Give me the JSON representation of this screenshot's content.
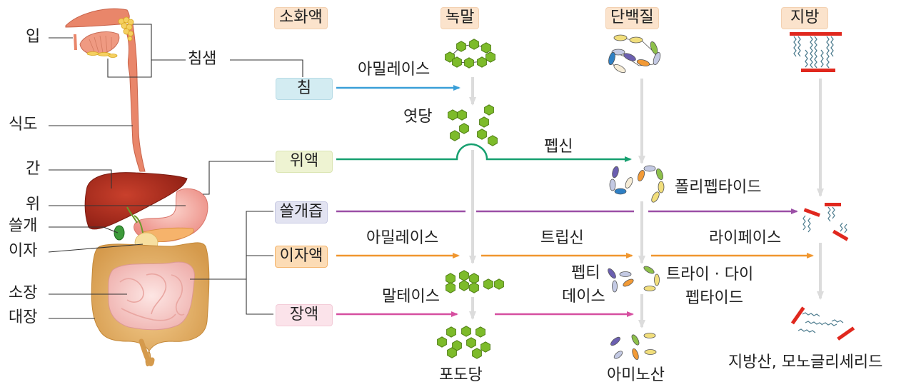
{
  "organs": {
    "mouth": "입",
    "salivary_gland": "침샘",
    "esophagus": "식도",
    "liver": "간",
    "stomach": "위",
    "gallbladder": "쓸개",
    "pancreas": "이자",
    "small_intestine": "소장",
    "large_intestine": "대장"
  },
  "headers": {
    "digestive_juice": "소화액",
    "starch": "녹말",
    "protein": "단백질",
    "fat": "지방"
  },
  "juices": {
    "saliva": "침",
    "gastric": "위액",
    "bile": "쓸개즙",
    "pancreatic": "이자액",
    "intestinal": "장액"
  },
  "enzymes": {
    "salivary_amylase": "아밀레이스",
    "pepsin": "펩신",
    "pancreatic_amylase": "아밀레이스",
    "trypsin": "트립신",
    "lipase": "라이페이스",
    "maltase": "말테이스",
    "peptidase_line1": "펩티",
    "peptidase_line2": "데이스"
  },
  "products": {
    "maltose": "엿당",
    "polypeptide": "폴리펩타이드",
    "tri_di_peptide_line1": "트라이 · 다이",
    "tri_di_peptide_line2": "펩타이드",
    "glucose": "포도당",
    "amino_acid": "아미노산",
    "fatty_acid_monoglyceride": "지방산, 모노글리세리드"
  },
  "colors": {
    "saliva_arrow": "#3a9fd8",
    "gastric_arrow": "#17a070",
    "bile_arrow": "#9b4fa6",
    "pancreatic_arrow": "#f0962e",
    "intestinal_arrow": "#d64fa0",
    "flow_arrow": "#dcdcdc",
    "hexagon": "#7dbb2a",
    "fat_bar": "#e0281e",
    "fat_chain": "#4f7d8f"
  }
}
